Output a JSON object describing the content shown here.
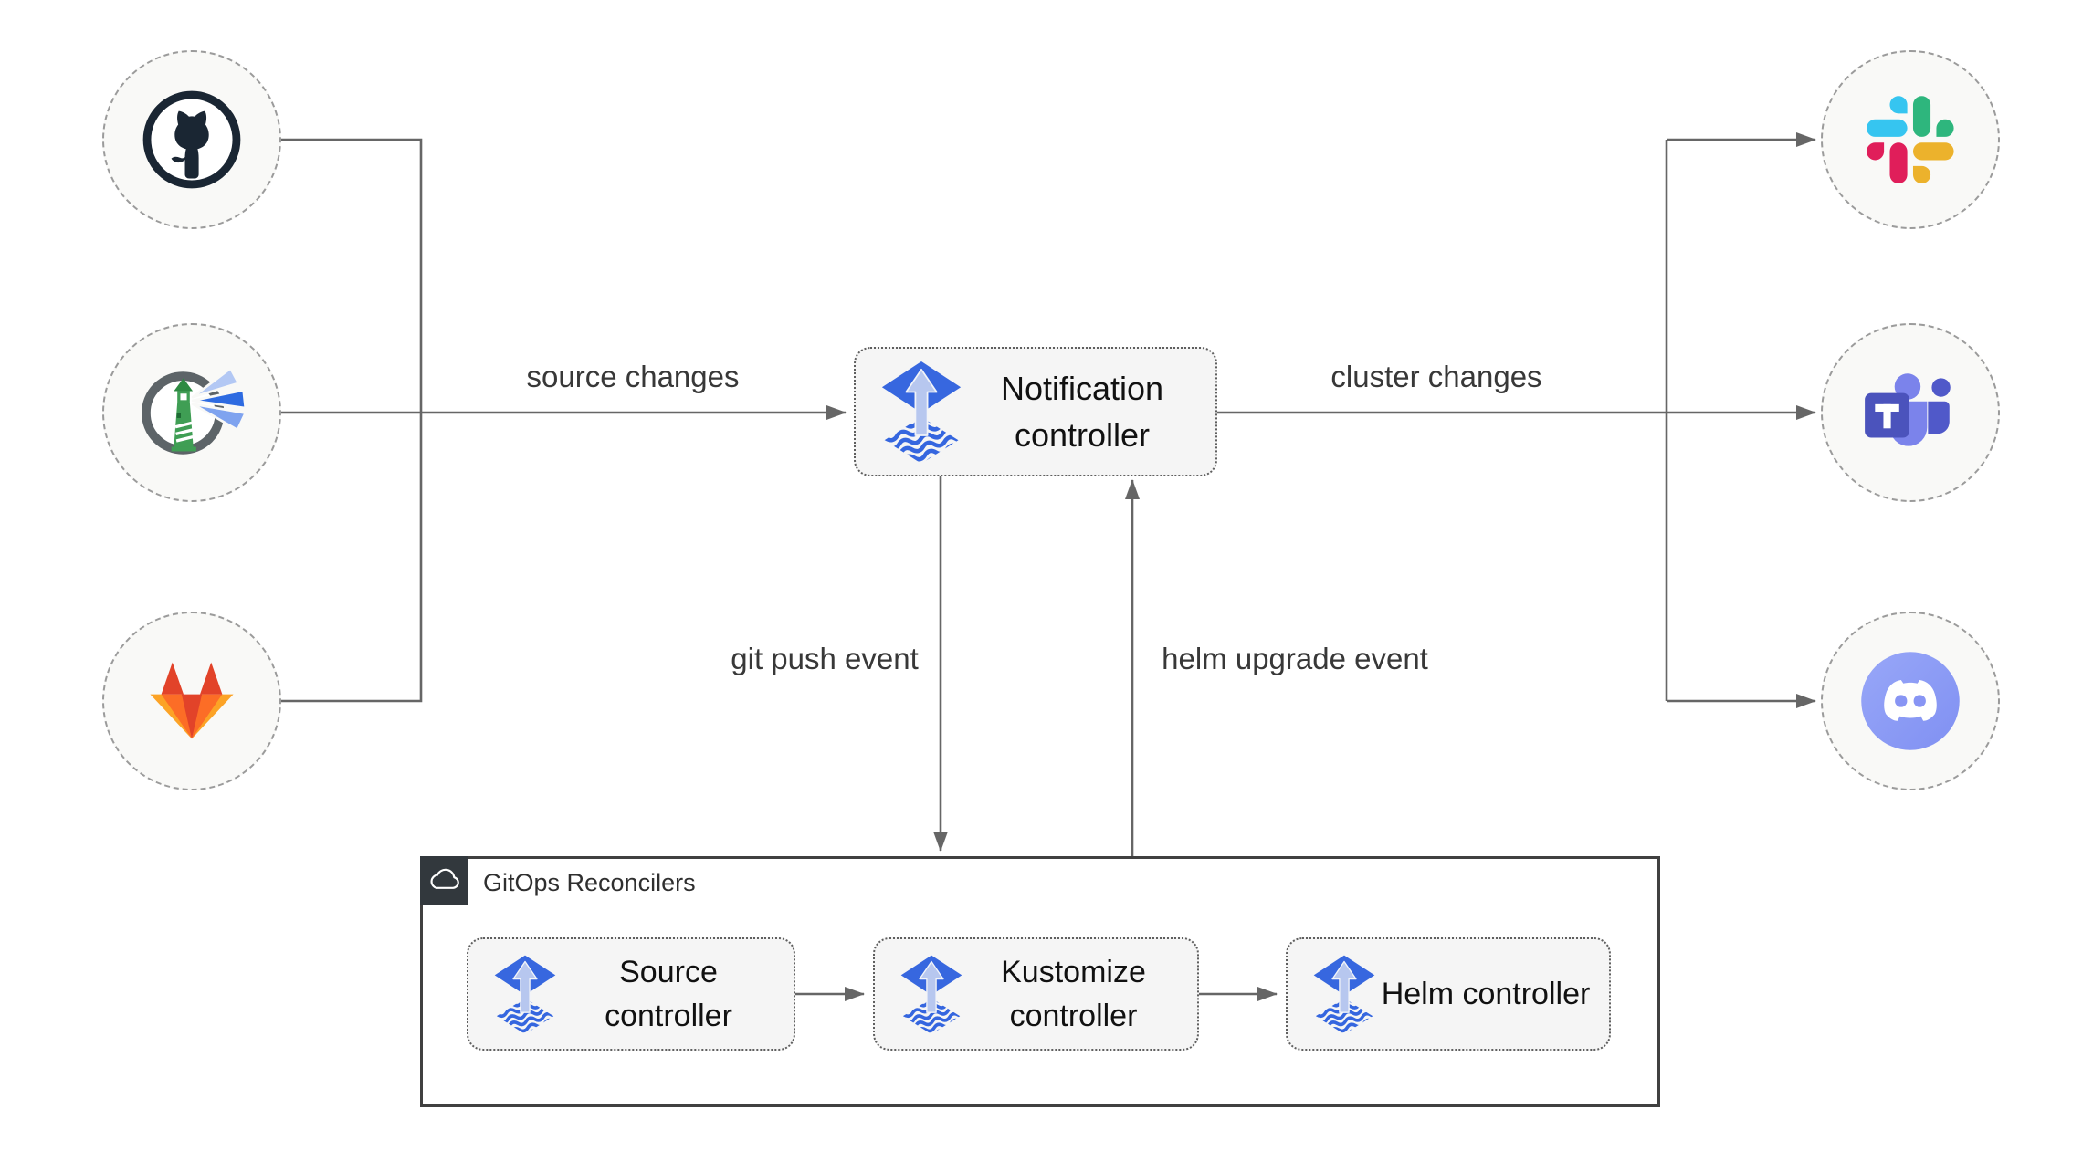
{
  "nodes": {
    "notification_controller": {
      "label": "Notification controller",
      "icon": "flux-icon"
    },
    "source_controller": {
      "label": "Source controller",
      "icon": "flux-icon"
    },
    "kustomize_controller": {
      "label": "Kustomize controller",
      "icon": "flux-icon"
    },
    "helm_controller": {
      "label": "Helm controller",
      "icon": "flux-icon"
    }
  },
  "group": {
    "title": "GitOps Reconcilers",
    "icon": "cloud-icon"
  },
  "edges": {
    "source_changes": {
      "label": "source changes"
    },
    "cluster_changes": {
      "label": "cluster changes"
    },
    "git_push_event": {
      "label": "git push event"
    },
    "helm_upgrade_event": {
      "label": "helm upgrade event"
    }
  },
  "integrations": {
    "sources": [
      {
        "icon": "github-icon"
      },
      {
        "icon": "harbor-icon"
      },
      {
        "icon": "gitlab-icon"
      }
    ],
    "targets": [
      {
        "icon": "slack-icon"
      },
      {
        "icon": "teams-icon"
      },
      {
        "icon": "discord-icon"
      }
    ]
  },
  "colors": {
    "flux_diamond_blue": "#3767DF",
    "flux_wave_blue": "#3566DF",
    "flux_arrow_light": "#B7C7EF",
    "connector_gray": "#666666",
    "node_fill": "#F5F5F5",
    "circle_fill": "#F9F9F7",
    "group_border": "#404040",
    "badge_dark": "#32383D",
    "github_dark": "#1A2633",
    "harbor_ring_gray": "#5D6468",
    "harbor_green": "#3F9E54",
    "gitlab_red": "#E24329",
    "gitlab_orange": "#FC6D26",
    "gitlab_yellow": "#FCA326",
    "slack_blue": "#36C5F0",
    "slack_green": "#2EB67D",
    "slack_yellow": "#ECB22C",
    "slack_red": "#E01E5A",
    "teams_purple": "#4B53BC",
    "teams_light_purple": "#7B83EB",
    "teams_mid_purple": "#5059C9",
    "discord_blurple": "#8C9EF5"
  }
}
